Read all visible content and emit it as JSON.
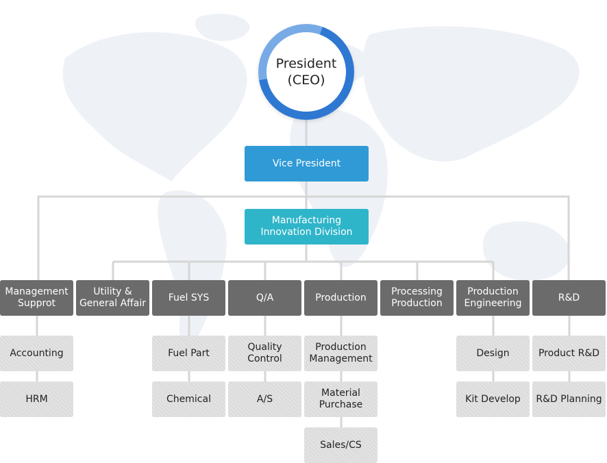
{
  "ceo": {
    "line1": "President",
    "line2": "(CEO)"
  },
  "vice_president": "Vice President",
  "division": "Manufacturing\nInnovation Division",
  "departments": [
    {
      "name": "Management\nSupprot",
      "subs": [
        "Accounting",
        "HRM"
      ]
    },
    {
      "name": "Utility &\nGeneral Affair",
      "subs": []
    },
    {
      "name": "Fuel SYS",
      "subs": [
        "Fuel Part",
        "Chemical"
      ]
    },
    {
      "name": "Q/A",
      "subs": [
        "Quality\nControl",
        "A/S"
      ]
    },
    {
      "name": "Production",
      "subs": [
        "Production\nManagement",
        "Material\nPurchase",
        "Sales/CS"
      ]
    },
    {
      "name": "Processing\nProduction",
      "subs": []
    },
    {
      "name": "Production\nEngineering",
      "subs": [
        "Design",
        "Kit Develop"
      ]
    },
    {
      "name": "R&D",
      "subs": [
        "Product R&D",
        "R&D Planning"
      ]
    }
  ],
  "colors": {
    "ceo_ring": "#2f78d2",
    "vice_president_box": "#2f9ad6",
    "division_box": "#2fb5c9",
    "department_box": "#6b6b6b",
    "sub_box": "#dcdcdc",
    "connector": "#d6d6d6"
  }
}
